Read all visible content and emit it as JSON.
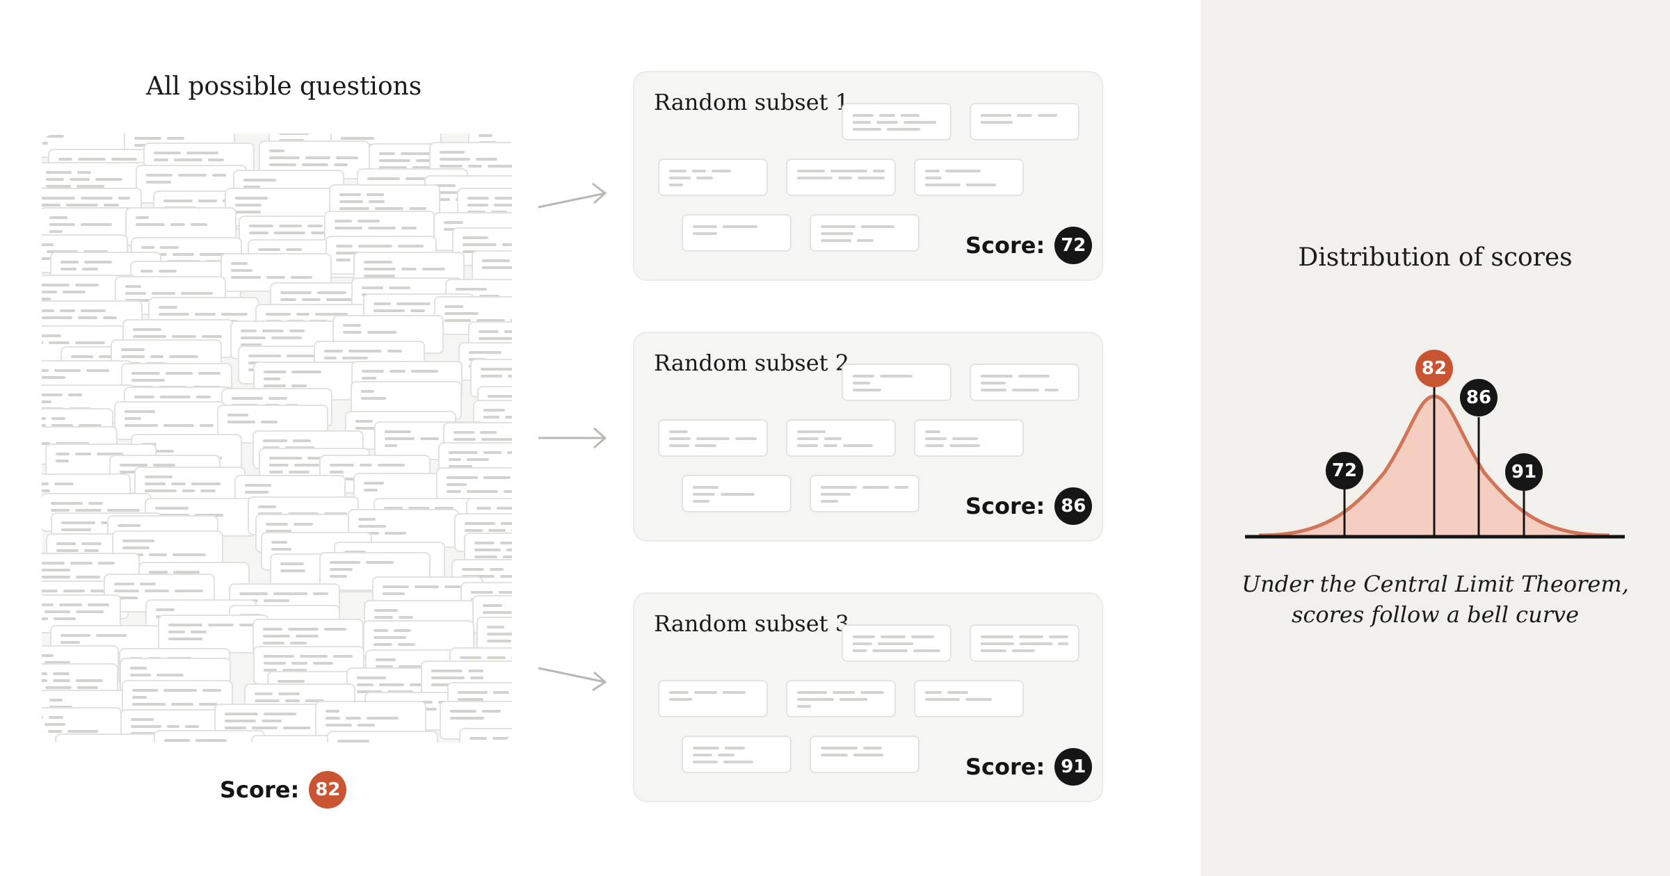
{
  "pool": {
    "title": "All possible questions",
    "score_label": "Score:",
    "score_value": "82"
  },
  "subsets": [
    {
      "title": "Random subset 1",
      "score_label": "Score:",
      "score_value": "72"
    },
    {
      "title": "Random subset 2",
      "score_label": "Score:",
      "score_value": "86"
    },
    {
      "title": "Random subset 3",
      "score_label": "Score:",
      "score_value": "91"
    }
  ],
  "distribution": {
    "title": "Distribution of scores",
    "markers": [
      "72",
      "82",
      "86",
      "91"
    ],
    "caption_line1": "Under the Central Limit Theorem,",
    "caption_line2": "scores follow a bell curve"
  },
  "colors": {
    "accent": "#c85432",
    "dark_badge": "#161616",
    "curve_fill": "#f4cfc1",
    "curve_stroke": "#d27457",
    "panel_bg": "#f1f0ec"
  }
}
